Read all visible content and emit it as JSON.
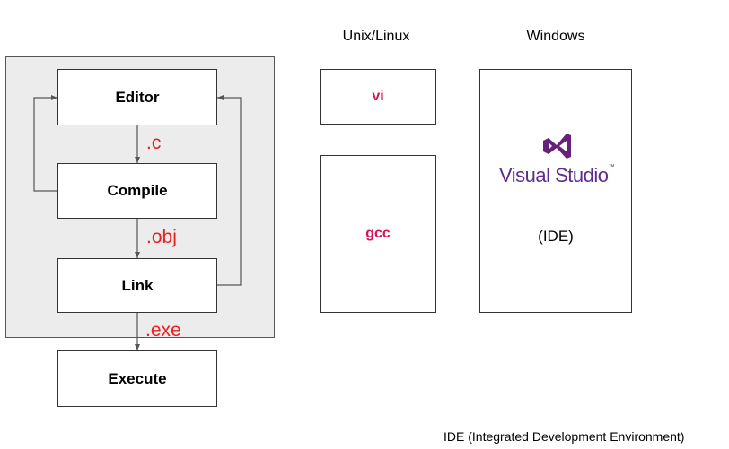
{
  "columns": {
    "unix": "Unix/Linux",
    "windows": "Windows"
  },
  "pipeline": {
    "editor": "Editor",
    "compile": "Compile",
    "link": "Link",
    "execute": "Execute",
    "ext_c": ".c",
    "ext_obj": ".obj",
    "ext_exe": ".exe"
  },
  "unix_tools": {
    "editor": "vi",
    "compiler": "gcc"
  },
  "windows_tool": {
    "logo_text": "Visual Studio",
    "logo_mark": "™",
    "ide_label": "(IDE)"
  },
  "footnote": "IDE (Integrated Development Environment)",
  "colors": {
    "extension": "#e8201f",
    "unix_tool": "#d4155c",
    "vs_purple": "#68217a"
  }
}
